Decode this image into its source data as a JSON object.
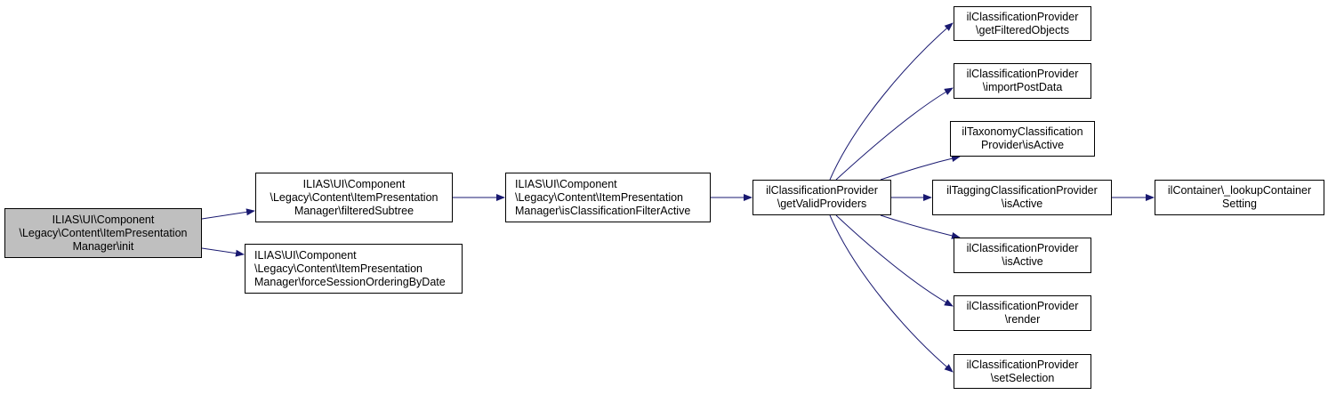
{
  "diagram": {
    "colors": {
      "edge": "#191970",
      "root_fill": "#bfbfbf",
      "node_border": "#000000"
    },
    "nodes": {
      "n0": {
        "lines": [
          "ILIAS\\UI\\Component",
          "\\Legacy\\Content\\ItemPresentation",
          "Manager\\init"
        ]
      },
      "n1": {
        "lines": [
          "ILIAS\\UI\\Component",
          "\\Legacy\\Content\\ItemPresentation",
          "Manager\\filteredSubtree"
        ]
      },
      "n2": {
        "lines": [
          "ILIAS\\UI\\Component",
          "\\Legacy\\Content\\ItemPresentation",
          "Manager\\forceSessionOrderingByDate"
        ]
      },
      "n3": {
        "lines": [
          "ILIAS\\UI\\Component",
          "\\Legacy\\Content\\ItemPresentation",
          "Manager\\isClassificationFilterActive"
        ]
      },
      "n4": {
        "lines": [
          "ilClassificationProvider",
          "\\getValidProviders"
        ]
      },
      "n5": {
        "lines": [
          "ilClassificationProvider",
          "\\getFilteredObjects"
        ]
      },
      "n6": {
        "lines": [
          "ilClassificationProvider",
          "\\importPostData"
        ]
      },
      "n7": {
        "lines": [
          "ilTaxonomyClassification",
          "Provider\\isActive"
        ]
      },
      "n8": {
        "lines": [
          "ilTaggingClassificationProvider",
          "\\isActive"
        ]
      },
      "n9": {
        "lines": [
          "ilClassificationProvider",
          "\\isActive"
        ]
      },
      "n10": {
        "lines": [
          "ilClassificationProvider",
          "\\render"
        ]
      },
      "n11": {
        "lines": [
          "ilClassificationProvider",
          "\\setSelection"
        ]
      },
      "n12": {
        "lines": [
          "ilContainer\\_lookupContainer",
          "Setting"
        ]
      }
    },
    "edges": [
      [
        "n0",
        "n1"
      ],
      [
        "n0",
        "n2"
      ],
      [
        "n1",
        "n3"
      ],
      [
        "n3",
        "n4"
      ],
      [
        "n4",
        "n5"
      ],
      [
        "n4",
        "n6"
      ],
      [
        "n4",
        "n7"
      ],
      [
        "n4",
        "n8"
      ],
      [
        "n4",
        "n9"
      ],
      [
        "n4",
        "n10"
      ],
      [
        "n4",
        "n11"
      ],
      [
        "n8",
        "n12"
      ]
    ]
  }
}
